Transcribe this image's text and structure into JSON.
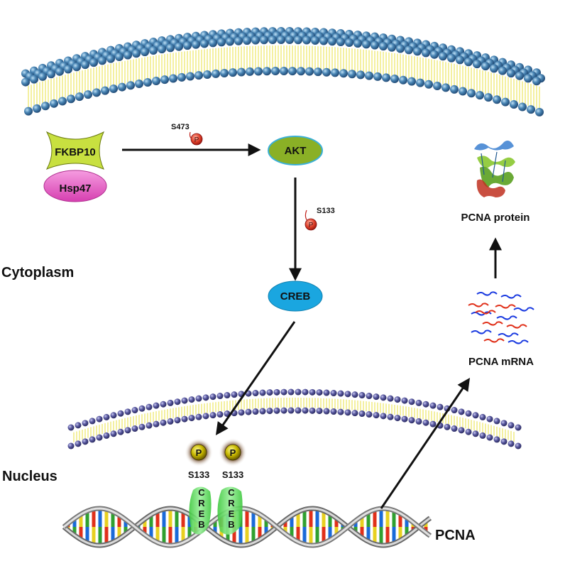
{
  "regions": {
    "cytoplasm": "Cytoplasm",
    "nucleus": "Nucleus"
  },
  "nodes": {
    "fkbp10": "FKBP10",
    "hsp47": "Hsp47",
    "akt": "AKT",
    "creb": "CREB",
    "pcna_protein": "PCNA protein",
    "pcna_mrna": "PCNA mRNA",
    "pcna_gene": "PCNA"
  },
  "phospho": {
    "symbol": "P",
    "akt_site": "S473",
    "creb_site": "S133",
    "nuclear_sites": [
      "S133",
      "S133"
    ]
  },
  "creb_letters": [
    "C",
    "R",
    "E",
    "B"
  ],
  "colors": {
    "membrane_head_outer": "#3a6f9a",
    "membrane_head_inner": "#4a4a8a",
    "lipid_tail": "#e8e040",
    "fkbp10_fill": "#c8e040",
    "hsp47_fill": "#e24fc0",
    "akt_fill": "#8ab026",
    "akt_stroke": "#3ab0d8",
    "creb_fill": "#1aa6e0",
    "phospho_red": "#e0402a",
    "phospho_gold": "#c8b800",
    "creb_green": "#70e070",
    "mrna_blue": "#1a3ae0",
    "mrna_red": "#e0301a"
  }
}
